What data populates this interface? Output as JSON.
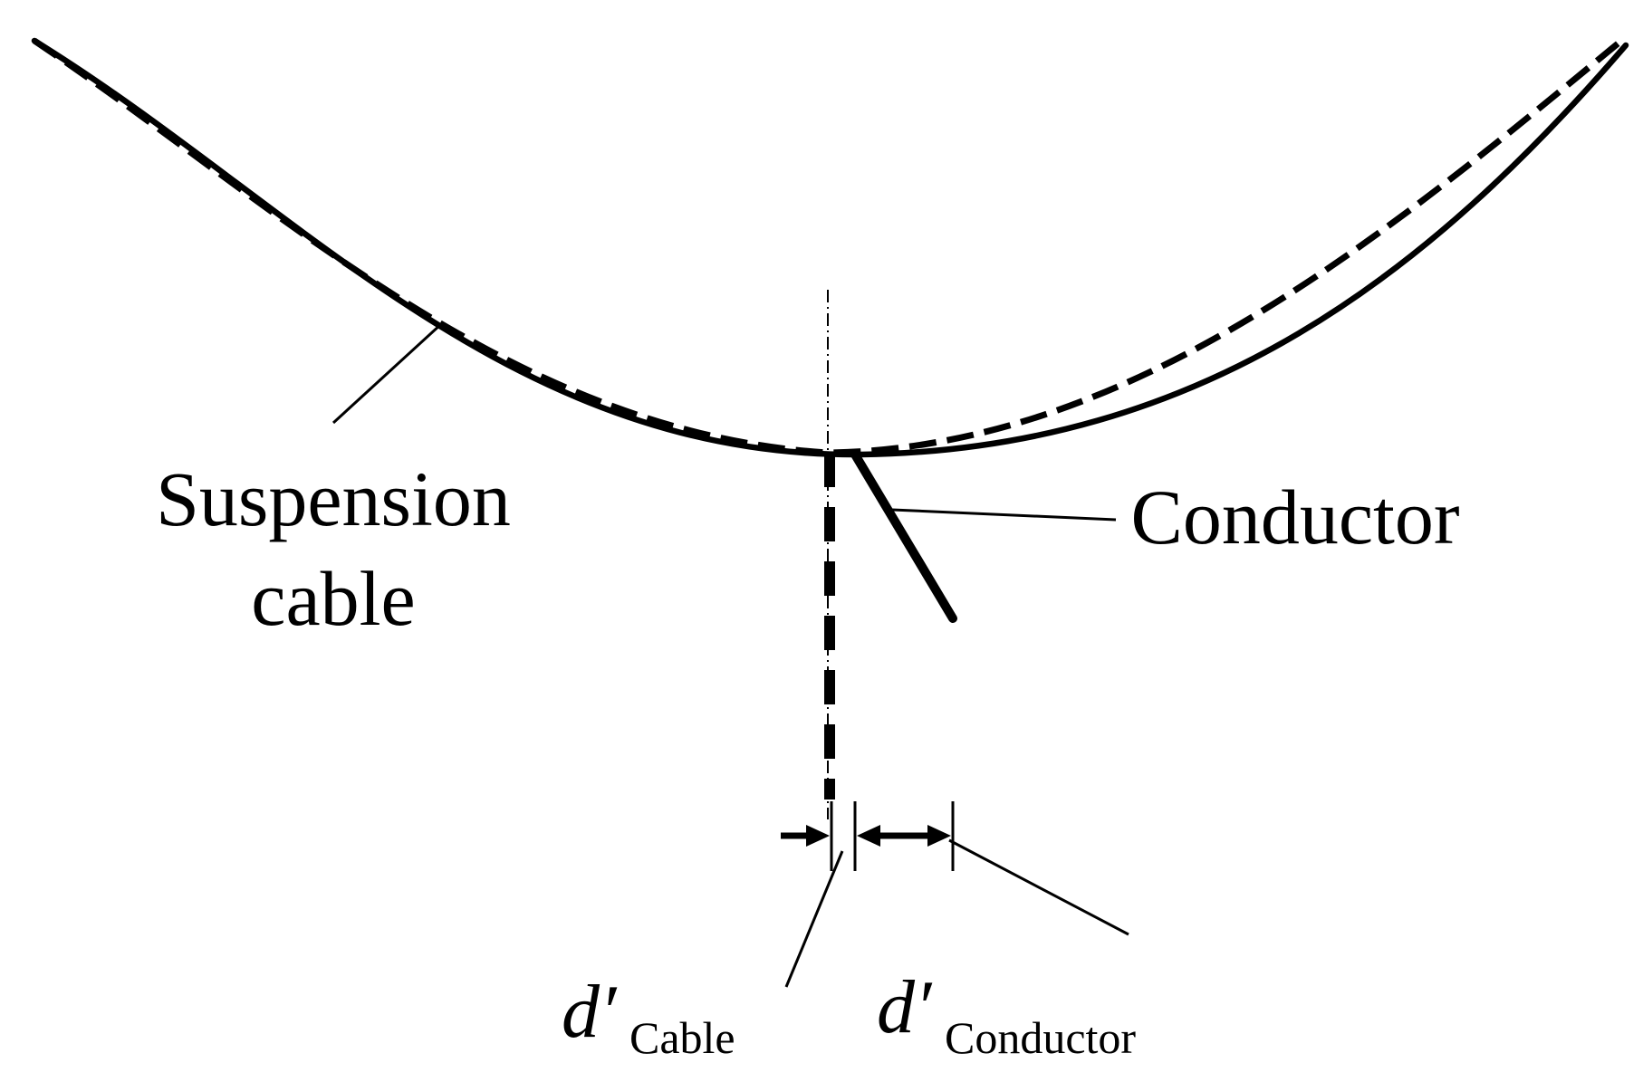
{
  "labels": {
    "suspension_cable_line1": "Suspension",
    "suspension_cable_line2": "cable",
    "conductor": "Conductor",
    "d_cable_symbol": "d′",
    "d_cable_subscript": "Cable",
    "d_conductor_symbol": "d′",
    "d_conductor_subscript": "Conductor"
  },
  "colors": {
    "ink": "#000000",
    "background": "#ffffff"
  }
}
